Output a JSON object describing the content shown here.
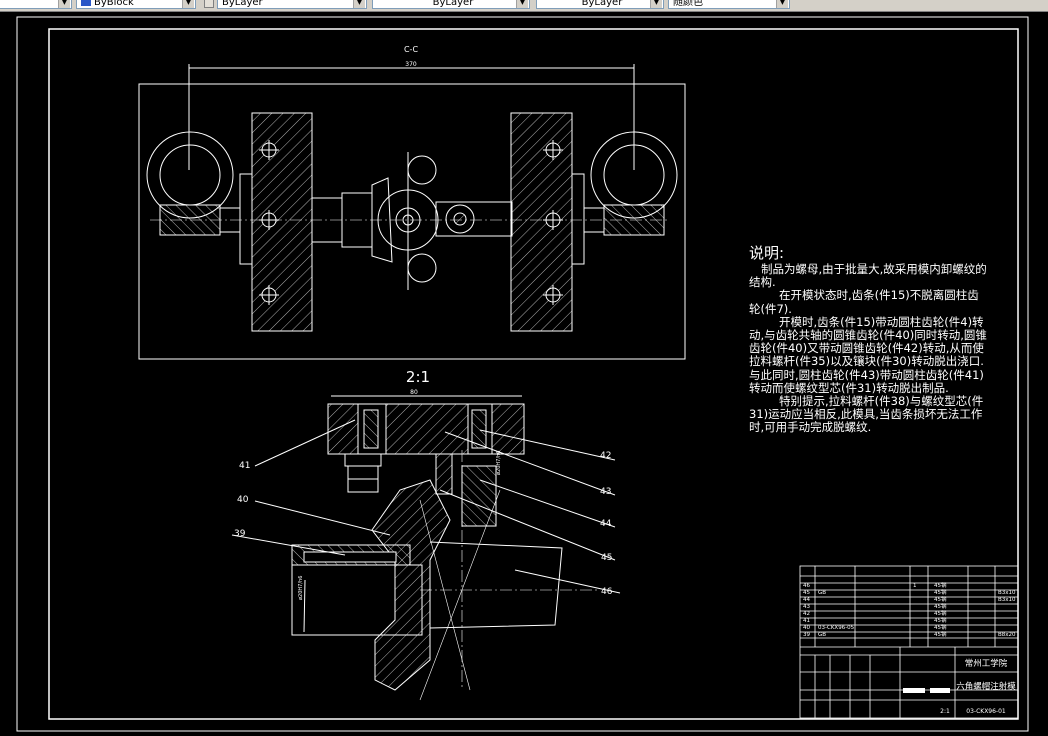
{
  "toolbar": {
    "color_control": "ByBlock",
    "linetype_control": "ByLayer",
    "lineweight_control": "ByLayer",
    "plotstyle_control": "ByLayer",
    "plotstyle_extra": "随颜色"
  },
  "colors": {
    "background": "#000000",
    "linework": "#ffffff",
    "dimension": "#ffffff"
  },
  "drawing": {
    "section_label": "C-C",
    "section_dimension": "370",
    "detail_label": "2:1",
    "detail_dimension": "80",
    "detail_fit": "ø20H7/h6",
    "detail_fit_left": "ø20H7/h6",
    "callouts": [
      {
        "id": "c41",
        "text": "41"
      },
      {
        "id": "c40",
        "text": "40"
      },
      {
        "id": "c39",
        "text": "39"
      },
      {
        "id": "c42",
        "text": "42"
      },
      {
        "id": "c43",
        "text": "43"
      },
      {
        "id": "c44",
        "text": "44"
      },
      {
        "id": "c45",
        "text": "45"
      },
      {
        "id": "c46",
        "text": "46"
      }
    ]
  },
  "notes": {
    "title": "说明:",
    "paragraphs": [
      "制品为螺母,由于批量大,故采用模内卸螺纹的结构.",
      "在开模状态时,齿条(件15)不脱离圆柱齿轮(件7).",
      "开模时,齿条(件15)带动圆柱齿轮(件4)转动,与齿轮共轴的圆锥齿轮(件40)同时转动,圆锥齿轮(件40)又带动圆锥齿轮(件42)转动,从而使拉料螺杆(件35)以及镶块(件30)转动脱出浇口.与此同时,圆柱齿轮(件43)带动圆柱齿轮(件41)转动而使螺纹型芯(件31)转动脱出制品.",
      "特别提示,拉料螺杆(件38)与螺纹型芯(件31)运动应当相反,此模具,当齿条损坏无法工作时,可用手动完成脱螺纹."
    ]
  },
  "title_block": {
    "school": "常州工学院",
    "drawing_name": "六角螺帽注射模",
    "drawing_number": "03-CKX96-01",
    "scale": "2:1",
    "bom_rows": [
      {
        "no": "46",
        "code": "",
        "name": "",
        "qty": "1",
        "material": "45钢",
        "note": ""
      },
      {
        "no": "45",
        "code": "GB",
        "name": "",
        "qty": "",
        "material": "45钢",
        "note": "B3x10"
      },
      {
        "no": "44",
        "code": "",
        "name": "",
        "qty": "",
        "material": "45钢",
        "note": "B3x10"
      },
      {
        "no": "43",
        "code": "",
        "name": "",
        "qty": "",
        "material": "45钢",
        "note": ""
      },
      {
        "no": "42",
        "code": "",
        "name": "",
        "qty": "",
        "material": "45钢",
        "note": ""
      },
      {
        "no": "41",
        "code": "",
        "name": "",
        "qty": "",
        "material": "45钢",
        "note": ""
      },
      {
        "no": "40",
        "code": "03-CKX96-05",
        "name": "",
        "qty": "",
        "material": "45钢",
        "note": ""
      },
      {
        "no": "39",
        "code": "GB",
        "name": "",
        "qty": "",
        "material": "45钢",
        "note": "B8x20"
      }
    ]
  }
}
